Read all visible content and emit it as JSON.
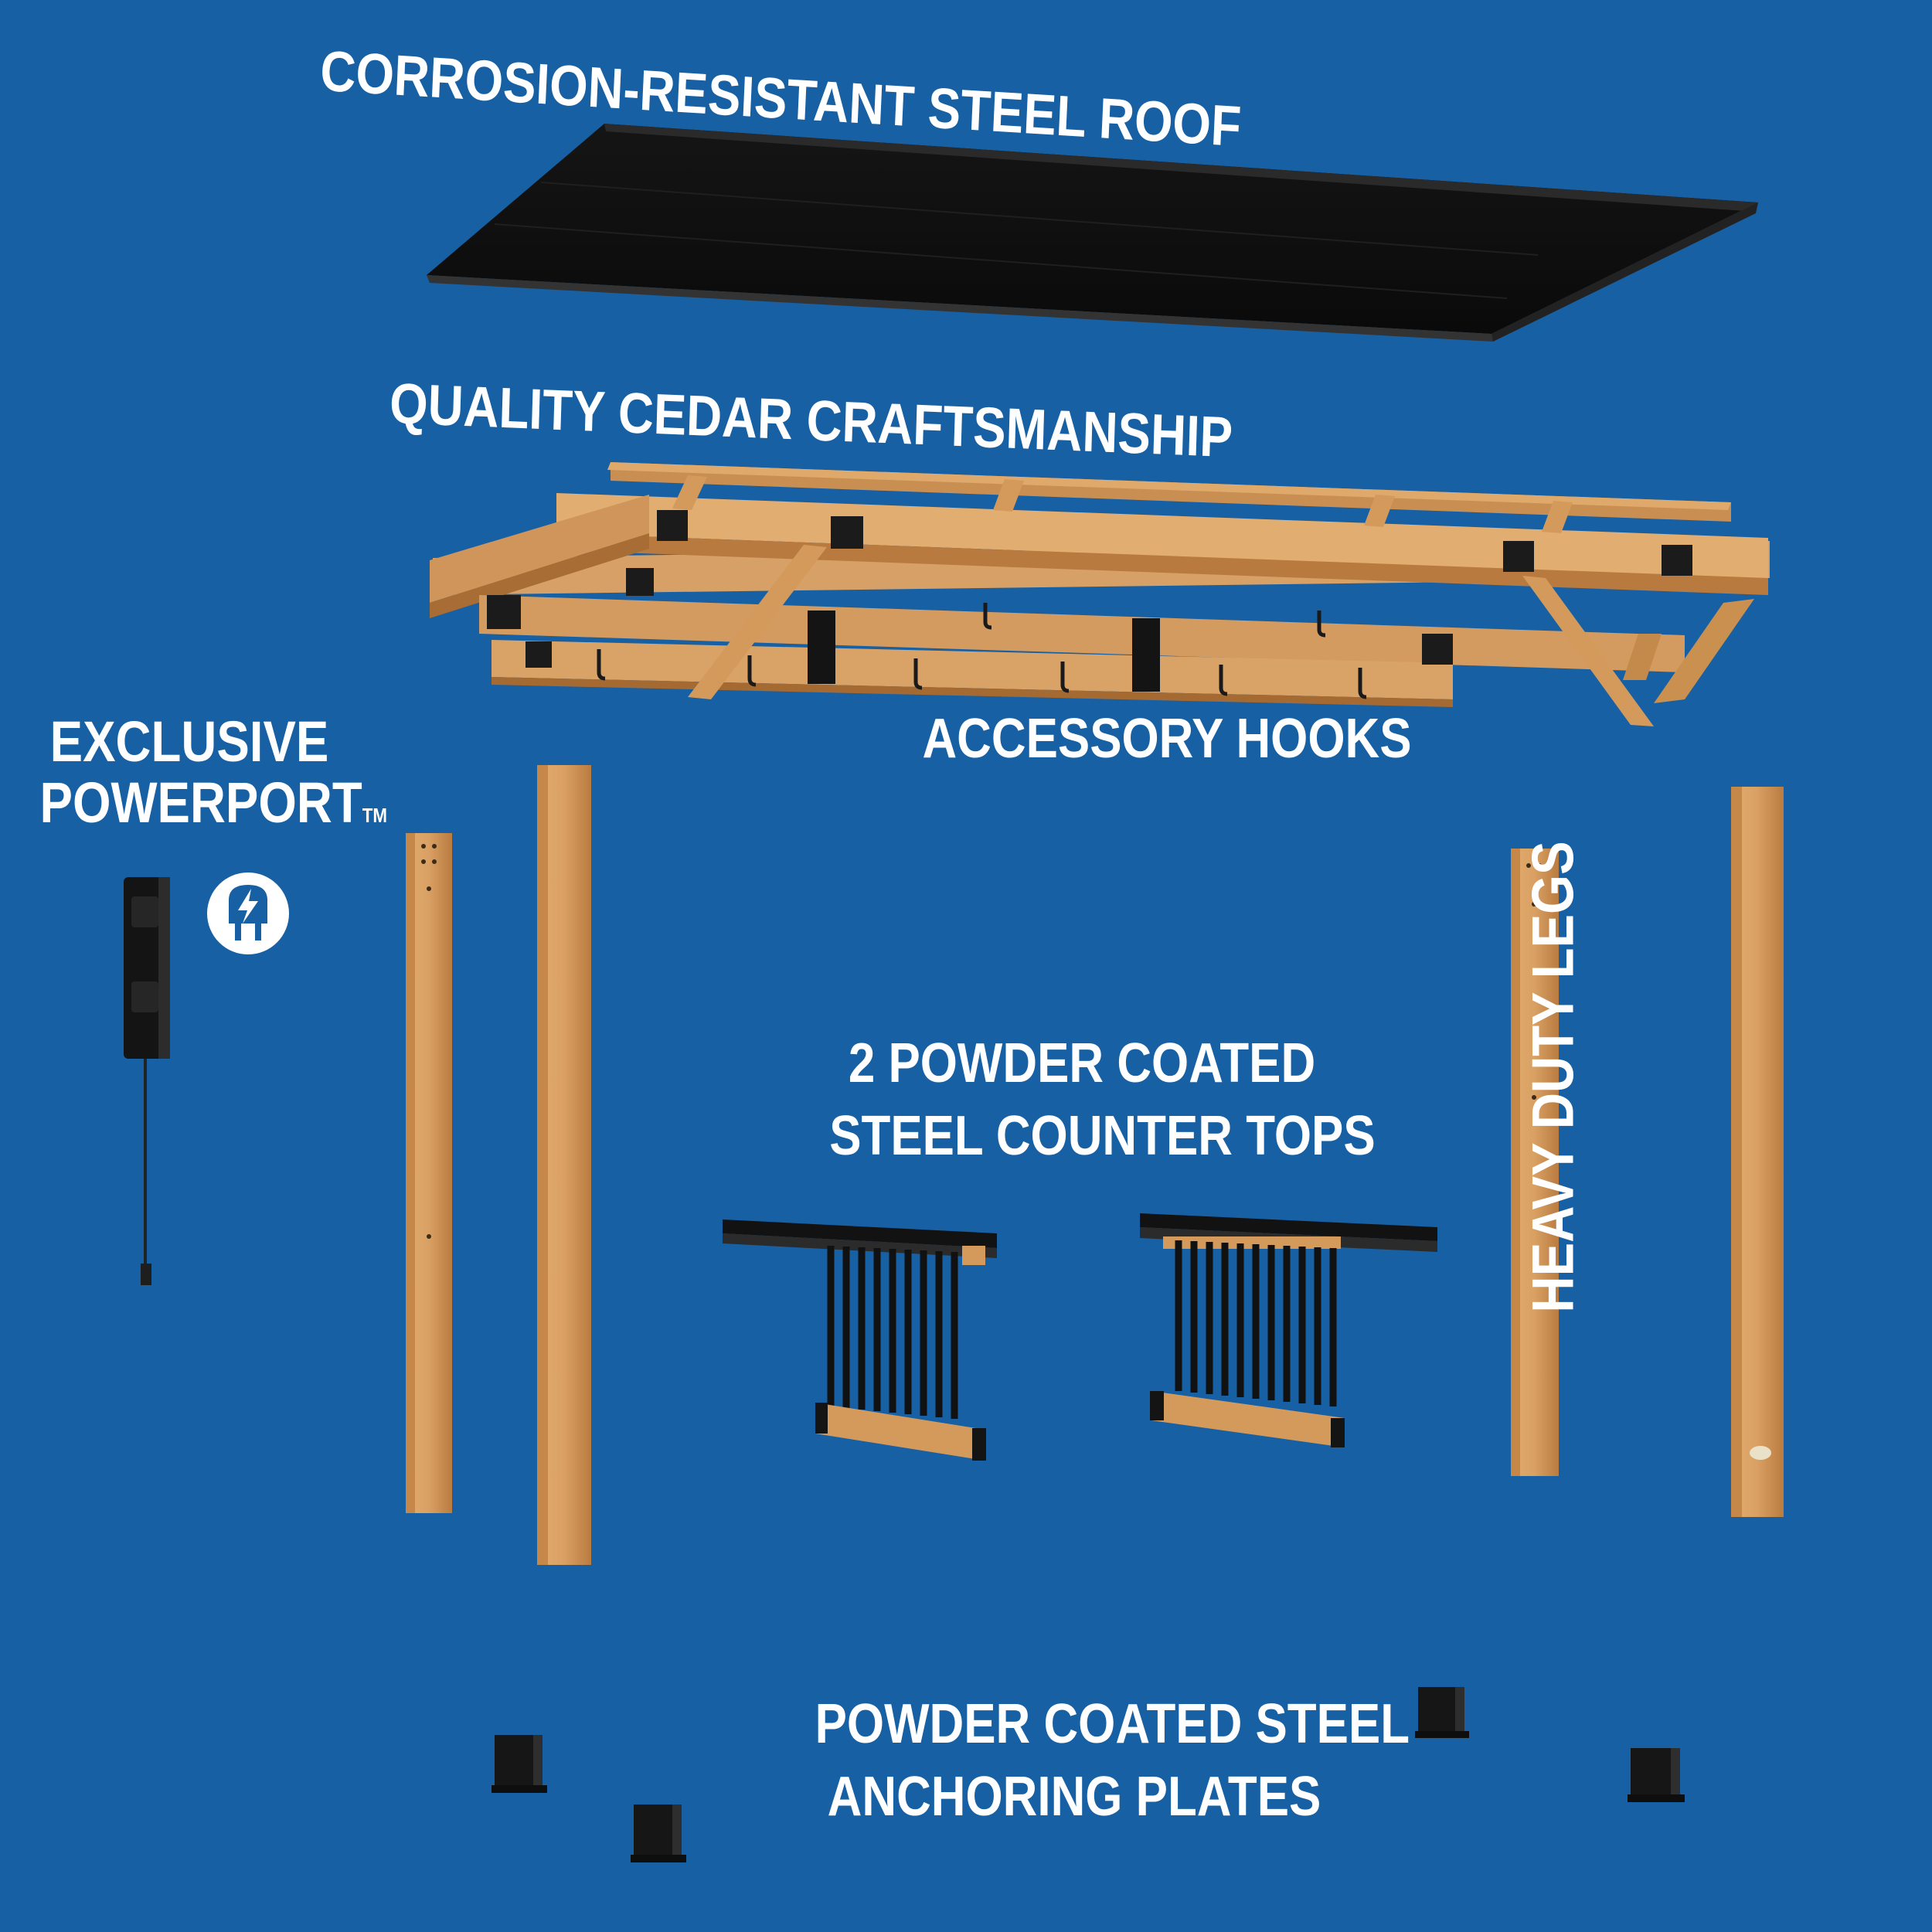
{
  "labels": {
    "roof": "CORROSION-RESISTANT STEEL ROOF",
    "cedar": "QUALITY CEDAR CRAFTSMANSHIP",
    "hooks": "ACCESSORY HOOKS",
    "powerport_line1": "EXCLUSIVE",
    "powerport_line2": "POWERPORT",
    "powerport_tm": "TM",
    "counter_line1": "2 POWDER COATED",
    "counter_line2": "STEEL COUNTER TOPS",
    "legs": "HEAVY DUTY LEGS",
    "plates_line1": "POWDER COATED STEEL",
    "plates_line2": "ANCHORING PLATES"
  },
  "colors": {
    "background": "#1760a4",
    "cedar": "#d39a5c",
    "cedar_dark": "#b87a3e",
    "steel": "#1c1c1e",
    "text": "#ffffff"
  },
  "icons": {
    "powerport": "plug-lightning-icon"
  }
}
